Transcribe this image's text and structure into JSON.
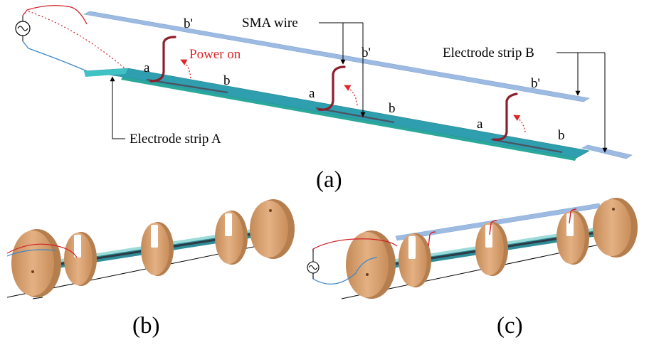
{
  "panel_a": {
    "caption": "(a)",
    "labels": {
      "sma_wire": "SMA wire",
      "power_on": "Power on",
      "electrode_a": "Electrode strip A",
      "electrode_b": "Electrode strip B"
    },
    "endpoint_labels": {
      "a": "a",
      "b": "b",
      "b_prime": "b'"
    }
  },
  "panel_b": {
    "caption": "(b)"
  },
  "panel_c": {
    "caption": "(c)"
  },
  "colors": {
    "strip_a": "#2f9fb0",
    "strip_b": "#9dbbe2",
    "sma_wire": "#8b1f2b",
    "power_arrow": "#e0262a",
    "disk": "#d9a574",
    "lead_red": "#d0202a",
    "lead_blue": "#3a86c8"
  },
  "icons": {
    "power_source": "ac-source-icon"
  }
}
